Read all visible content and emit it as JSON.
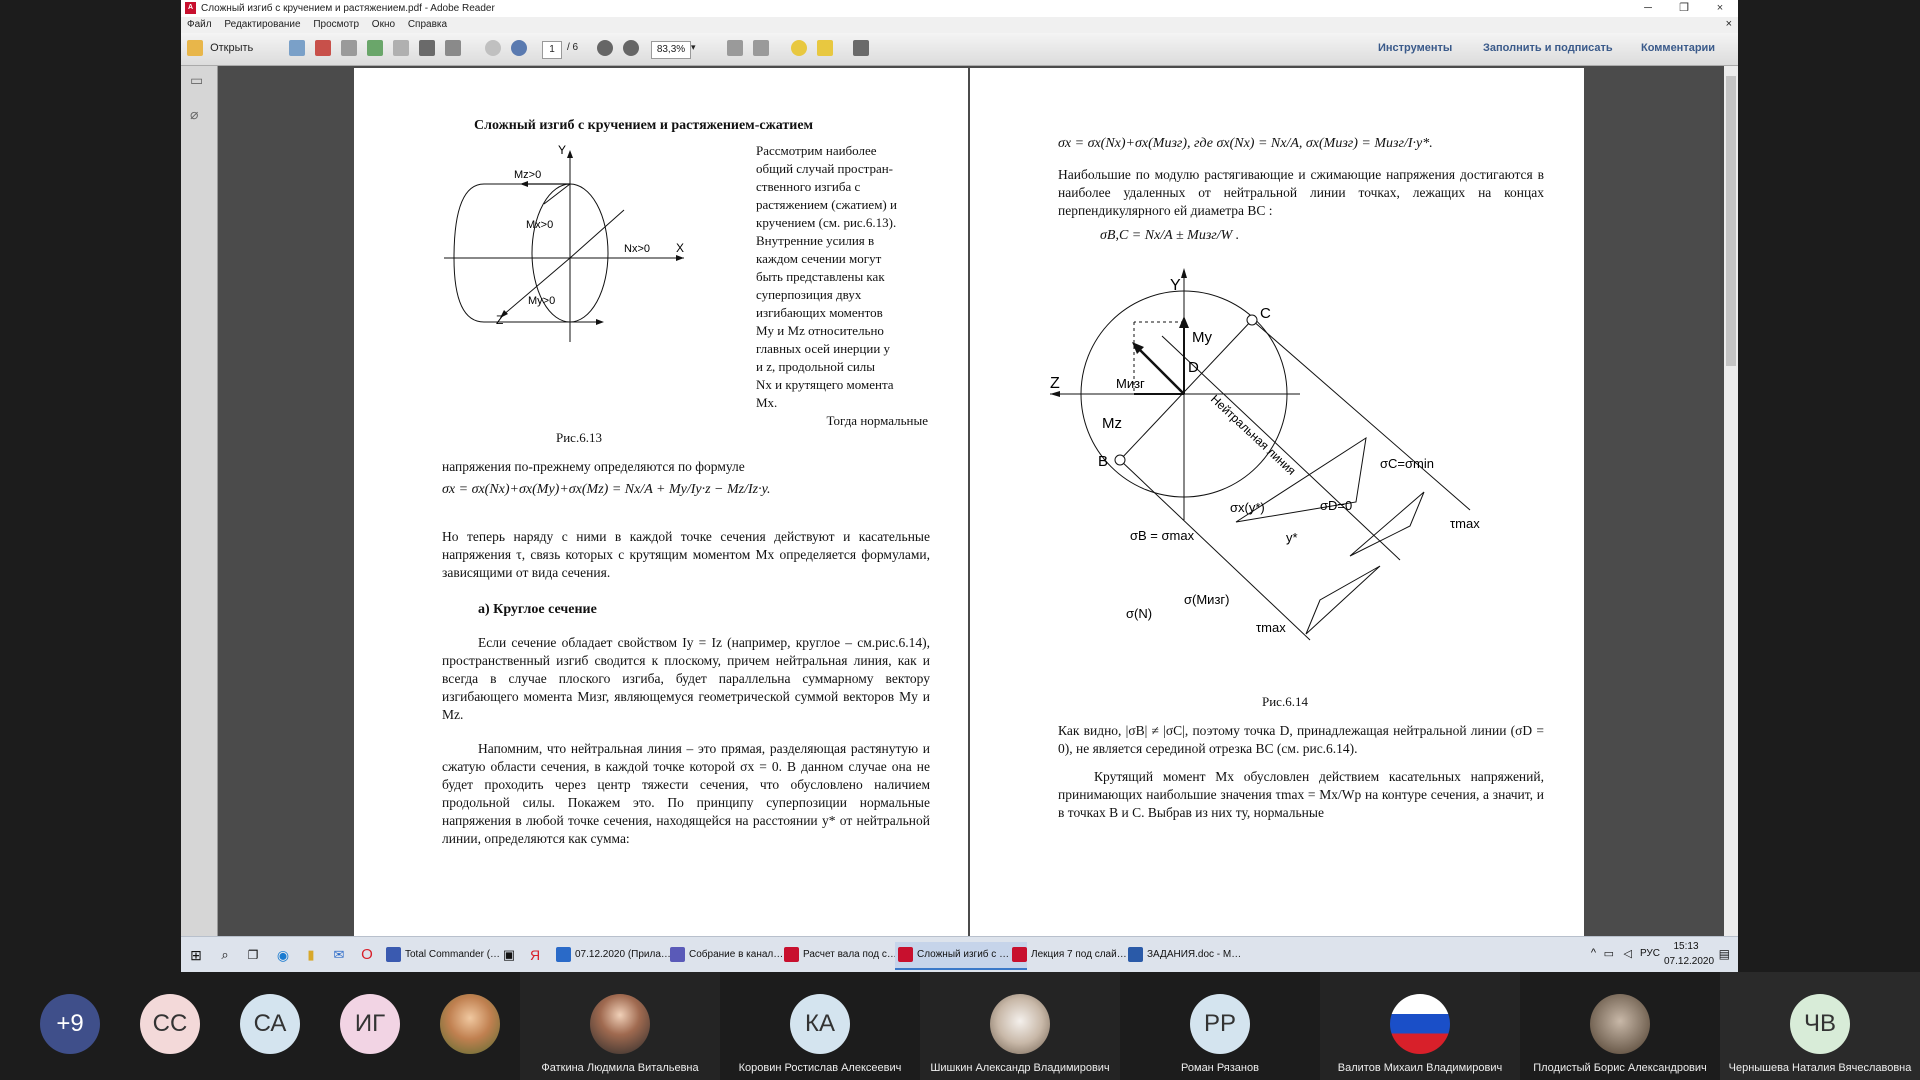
{
  "window": {
    "title": "Сложный изгиб с кручением и растяжением.pdf - Adobe Reader",
    "close": "×",
    "minimize": "─",
    "restore": "❐"
  },
  "menu": [
    "Файл",
    "Редактирование",
    "Просмотр",
    "Окно",
    "Справка"
  ],
  "toolbar": {
    "open": "Открыть",
    "page": "1",
    "page_total": "/ 6",
    "zoom": "83,3%",
    "tools": "Инструменты",
    "fill_sign": "Заполнить и подписать",
    "comments": "Комментарии"
  },
  "left_page": {
    "title": "Сложный изгиб с кручением и растяжением-сжатием",
    "figure": {
      "y": "Y",
      "x": "X",
      "z": "Z",
      "mz": "Mz>0",
      "mx": "Mx>0",
      "nx": "Nx>0",
      "my": "My>0"
    },
    "col_text": [
      "Рассмотрим наиболее",
      "общий случай простран-",
      "ственного изгиба с",
      "растяжением (сжатием) и",
      "кручением (см. рис.6.13).",
      "Внутренние усилия в",
      "каждом сечении могут",
      "быть представлены как",
      "суперпозиция двух",
      "изгибающих моментов",
      "My и Mz относительно",
      "главных осей инерции y",
      "и z, продольной силы",
      "Nx и крутящего момента",
      "Mx."
    ],
    "caption": "Рис.6.13",
    "tail": "Тогда нормальные",
    "p1": "напряжения по-прежнему определяются по формуле",
    "formula": "σx = σx(Nx)+σx(My)+σx(Mz) = Nx/A + My/Iy·z − Mz/Iz·y.",
    "p2": "Но теперь наряду с ними в каждой точке сечения действуют и касательные напряжения τ, связь которых с крутящим моментом Mx определяется формулами, зависящими от вида сечения.",
    "sub": "а) Круглое сечение",
    "p3": "Если сечение обладает свойством Iy = Iz (например, круглое – см.рис.6.14), пространственный изгиб сводится к плоскому, причем нейтральная линия, как и всегда в случае плоского изгиба, будет параллельна суммарному вектору изгибающего момента Mизг, являющемуся геометрической суммой векторов My и Mz.",
    "p4": "Напомним, что нейтральная линия – это прямая, разделяющая растянутую и сжатую области сечения, в каждой точке которой σx = 0. В данном случае она не будет проходить через центр тяжести сечения, что обусловлено наличием продольной силы. Покажем это. По принципу суперпозиции нормальные напряжения в любой точке сечения, находящейся на расстоянии y* от нейтральной линии, определяются как сумма:"
  },
  "right_page": {
    "f1": "σx = σx(Nx)+σx(Mизг), где σx(Nx) = Nx/A, σx(Mизг) = Mизг/I·y*.",
    "p1": "Наибольшие по модулю растягивающие и сжимающие напряжения достигаются в наиболее удаленных от нейтральной линии точках, лежащих на концах перпендикулярного ей диаметра BC :",
    "f2": "σB,C = Nx/A ± Mизг/W .",
    "figure": {
      "y": "Y",
      "z": "Z",
      "my": "My",
      "mz": "Mz",
      "mizg": "Mизг",
      "c": "C",
      "b": "B",
      "d": "D",
      "neutral": "Нейтральная линия",
      "sigc": "σC=σmin",
      "sigd": "σD=0",
      "sigb": "σB = σmax",
      "sigxy": "σx(y*)",
      "ystar": "y*",
      "tau1": "τmax",
      "tau2": "τmax",
      "sn": "σ(N)",
      "sm": "σ(Mизг)"
    },
    "caption": "Рис.6.14",
    "p2": "Как видно, |σB| ≠ |σC|, поэтому точка D, принадлежащая нейтральной линии (σD = 0), не является серединой отрезка BC (см. рис.6.14).",
    "p3": "Крутящий момент Mx обусловлен действием касательных напряжений, принимающих наибольшие значения τmax = Mx/Wp на контуре сечения, а значит, и в точках B и C. Выбрав из них ту, нормальные"
  },
  "taskbar": {
    "tasks": [
      "Total Commander (…",
      "07.12.2020 (Прила…",
      "Собрание в канал…",
      "Расчет вала под с…",
      "Сложный изгиб с …",
      "Лекция 7 под слай…",
      "ЗАДАНИЯ.doc - M…"
    ],
    "lang": "РУС",
    "time": "15:13",
    "date": "07.12.2020"
  },
  "participants": {
    "more": "+9",
    "i1": "СС",
    "i2": "СА",
    "i3": "ИГ",
    "p1": "Фаткина Людмила Витальевна",
    "p2_init": "КА",
    "p2": "Коровин Ростислав Алексеевич",
    "p3": "Шишкин Александр Владимирович",
    "p4_init": "РР",
    "p4": "Роман Рязанов",
    "p5": "Валитов Михаил Владимирович",
    "p6": "Плодистый Борис Александрович",
    "p7_init": "ЧВ",
    "p7": "Чернышева Наталия Вячеславовна"
  }
}
